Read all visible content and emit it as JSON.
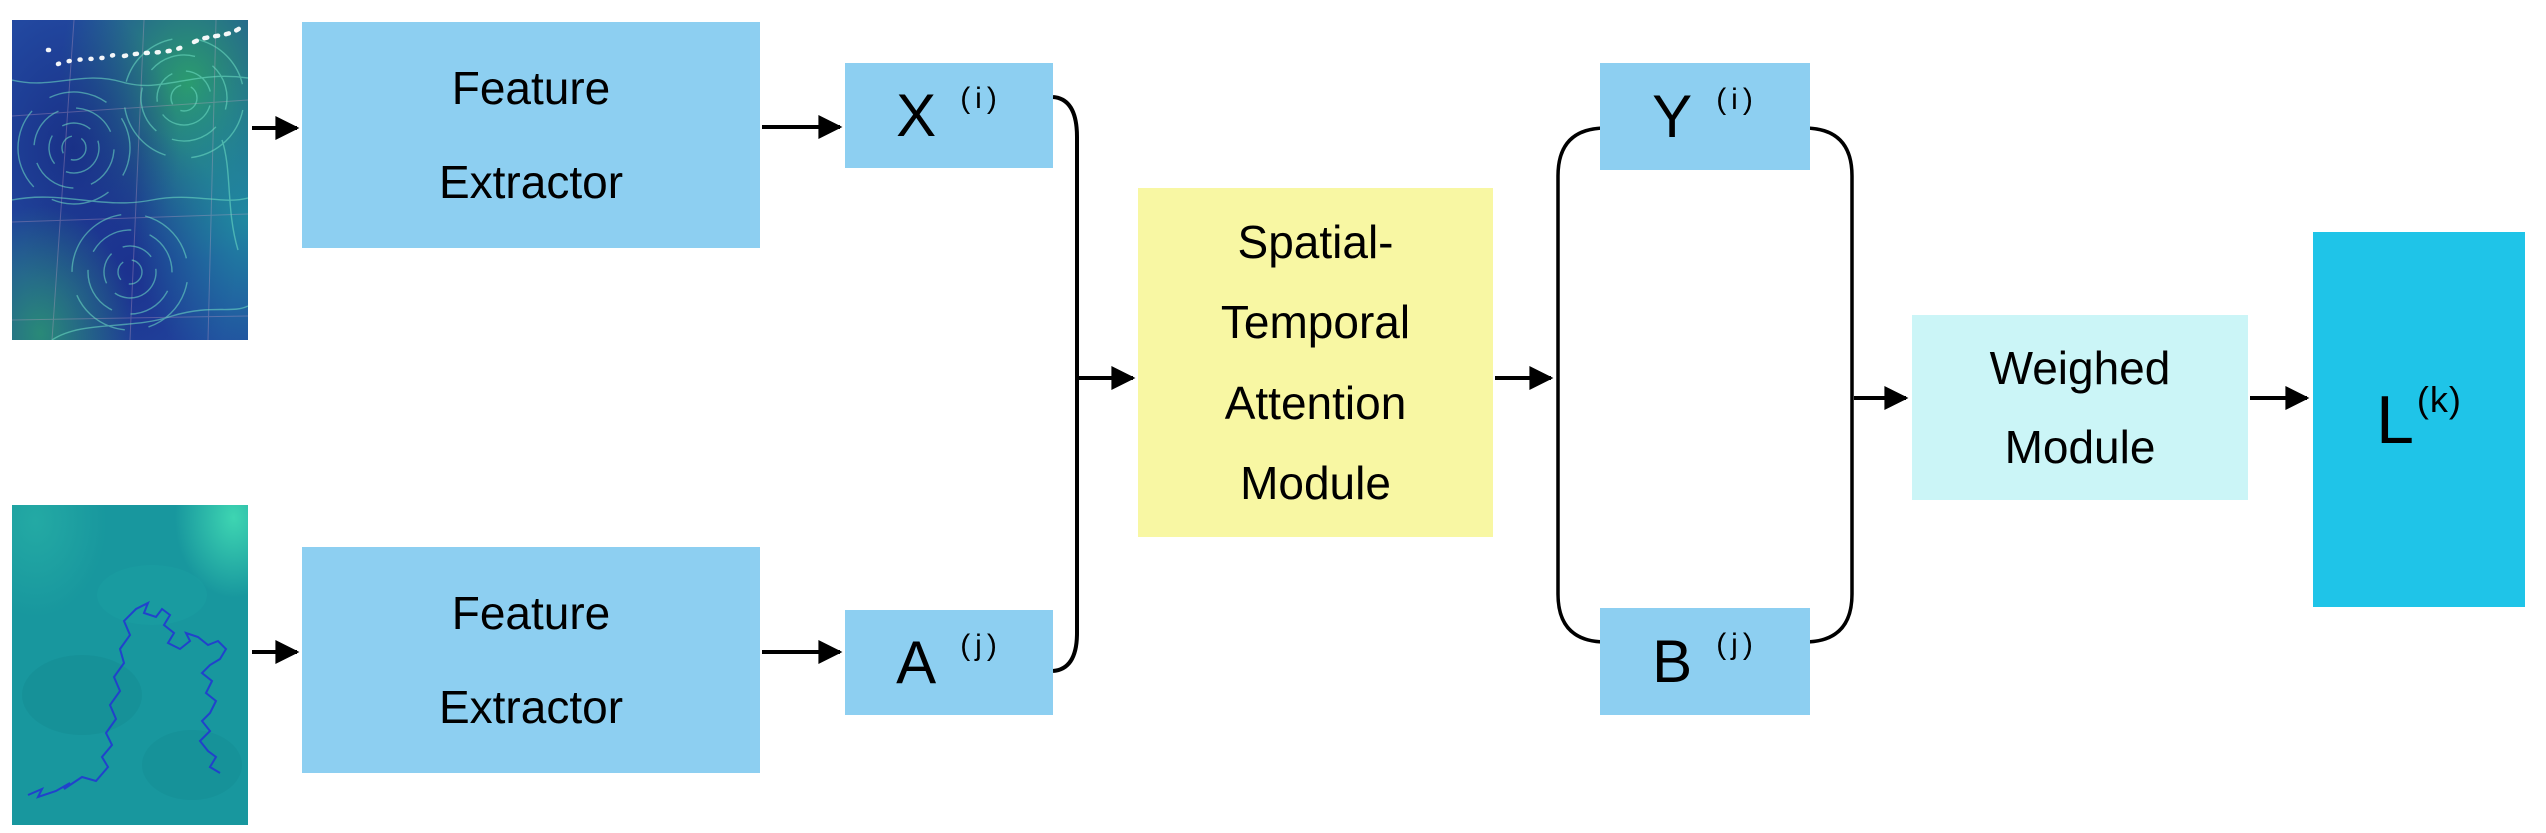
{
  "diagram": {
    "title_hint": "Spatial-Temporal attention architecture flow diagram",
    "colors": {
      "node_blue": "#8DCFF1",
      "attention_yellow": "#F8F7A3",
      "weighed_pale_cyan": "#CBF5F7",
      "output_cyan": "#1FC4E8",
      "connector_black": "#000000",
      "canvas_white": "#FFFFFF"
    },
    "inputs": {
      "flow_field_image": "ocean-current flow-field map (blue/green swirls, white island chain)",
      "trajectory_image": "teal map patch with dark-blue trajectory polyline"
    },
    "boxes": {
      "feature_extractor_top": {
        "lines": [
          "Feature",
          "Extractor"
        ]
      },
      "feature_extractor_bottom": {
        "lines": [
          "Feature",
          "Extractor"
        ]
      },
      "x_node": {
        "label": "X",
        "sup": "(i)"
      },
      "a_node": {
        "label": "A",
        "sup": "(j)"
      },
      "attention": {
        "lines": [
          "Spatial-",
          "Temporal",
          "Attention",
          "Module"
        ]
      },
      "y_node": {
        "label": "Y",
        "sup": "(i)"
      },
      "b_node": {
        "label": "B",
        "sup": "(j)"
      },
      "weighed": {
        "lines": [
          "Weighed",
          "Module"
        ]
      },
      "l_node": {
        "label": "L",
        "sup": "(k)"
      }
    }
  }
}
